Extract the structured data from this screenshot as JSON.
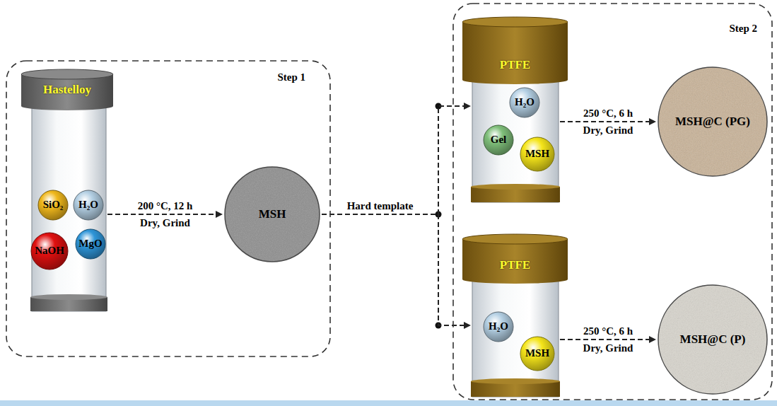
{
  "diagram": {
    "nodes": [
      {
        "text": [
          "Step 1"
        ]
      },
      {
        "text": [
          "Hastelloy"
        ],
        "in": 0
      },
      {
        "text": [
          "SiO₂"
        ],
        "in": 1
      },
      {
        "text": [
          "H₂O"
        ],
        "in": 1
      },
      {
        "text": [
          "NaOH"
        ],
        "in": 1
      },
      {
        "text": [
          "MgO"
        ],
        "in": 1
      },
      {
        "text": [
          "MSH"
        ],
        "in": 0
      },
      {
        "text": [
          "Step 2"
        ]
      },
      {
        "text": [
          "PTFE"
        ],
        "in": 7
      },
      {
        "text": [
          "H₂O"
        ],
        "in": 8
      },
      {
        "text": [
          "Gel"
        ],
        "in": 8
      },
      {
        "text": [
          "MSH"
        ],
        "in": 8
      },
      {
        "text": [
          "MSH@C (PG)"
        ],
        "in": 7
      },
      {
        "text": [
          "PTFE"
        ],
        "in": 7
      },
      {
        "text": [
          "H₂O"
        ],
        "in": 13
      },
      {
        "text": [
          "MSH"
        ],
        "in": 13
      },
      {
        "text": [
          "MSH@C (P)"
        ],
        "in": 7
      }
    ],
    "edges": [
      {
        "from": 1,
        "to": 6,
        "label": "200 °C, 12 h",
        "arrow": "to"
      },
      {
        "from": 6,
        "to": 8,
        "label": "Hard template",
        "arrow": "to"
      },
      {
        "from": 6,
        "to": 13,
        "arrow": "to"
      },
      {
        "from": 8,
        "to": 12,
        "label": "250 °C, 6 h",
        "arrow": "to"
      },
      {
        "from": 13,
        "to": 16,
        "label": "250 °C, 6 h",
        "arrow": "to"
      }
    ],
    "labels": [
      "Dry, Grind",
      "Dry, Grind",
      "Dry, Grind"
    ]
  }
}
